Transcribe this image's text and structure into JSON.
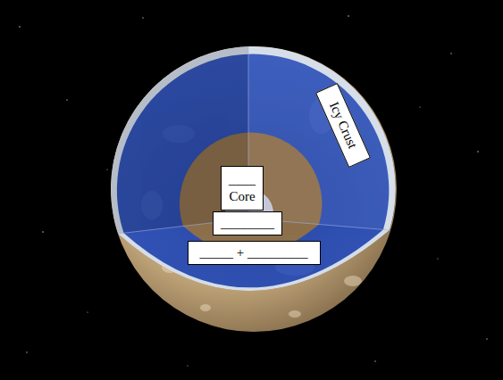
{
  "diagram": {
    "nodes": [
      {
        "text": [
          "Icy Crust"
        ]
      },
      {
        "text": [
          "____",
          "Core"
        ]
      },
      {
        "text": [
          "________"
        ]
      },
      {
        "text": [
          "_____ + _________"
        ]
      }
    ]
  }
}
